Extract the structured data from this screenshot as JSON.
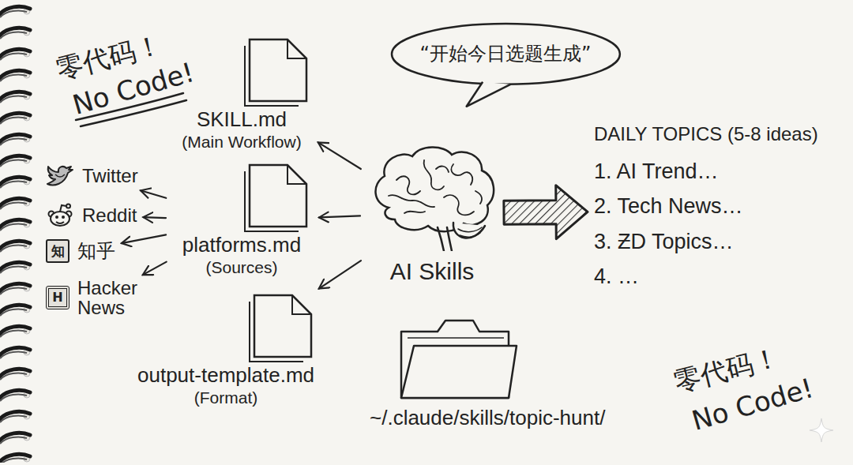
{
  "diagram": {
    "nodes": [
      {
        "text": [
          "“开始今日选题生成”"
        ]
      },
      {
        "text": [
          "SKILL.md",
          "(Main Workflow)"
        ]
      },
      {
        "text": [
          "DAILY TOPICS (5-8 ideas)",
          "1. AI Trend…",
          "2. Tech News…",
          "3. ƵD Topics…",
          "4. …"
        ]
      },
      {
        "text": [
          "AI Skills"
        ]
      },
      {
        "text": [
          "Twitter"
        ]
      },
      {
        "text": [
          "Reddit"
        ]
      },
      {
        "text": [
          "platforms.md",
          "(Sources)"
        ]
      },
      {
        "text": [
          "知",
          "知乎"
        ]
      },
      {
        "text": [
          "H",
          "Hacker News"
        ]
      },
      {
        "text": [
          "output-template.md",
          "(Format)"
        ]
      },
      {
        "text": [
          "~/.claude/skills/topic-hunt/"
        ]
      }
    ],
    "edges": [
      {
        "from": 3,
        "to": 1,
        "arrow": "to"
      },
      {
        "from": 3,
        "to": 6,
        "arrow": "to"
      },
      {
        "from": 3,
        "to": 9,
        "arrow": "to"
      },
      {
        "from": 6,
        "to": 4,
        "arrow": "to"
      },
      {
        "from": 6,
        "to": 5,
        "arrow": "to"
      },
      {
        "from": 6,
        "to": 7,
        "arrow": "to"
      },
      {
        "from": 6,
        "to": 8,
        "arrow": "to"
      },
      {
        "from": 3,
        "to": 2,
        "arrow": "to"
      }
    ],
    "labels": [
      "零代码！",
      "No Code!",
      "零代码！",
      "No Code!"
    ]
  }
}
